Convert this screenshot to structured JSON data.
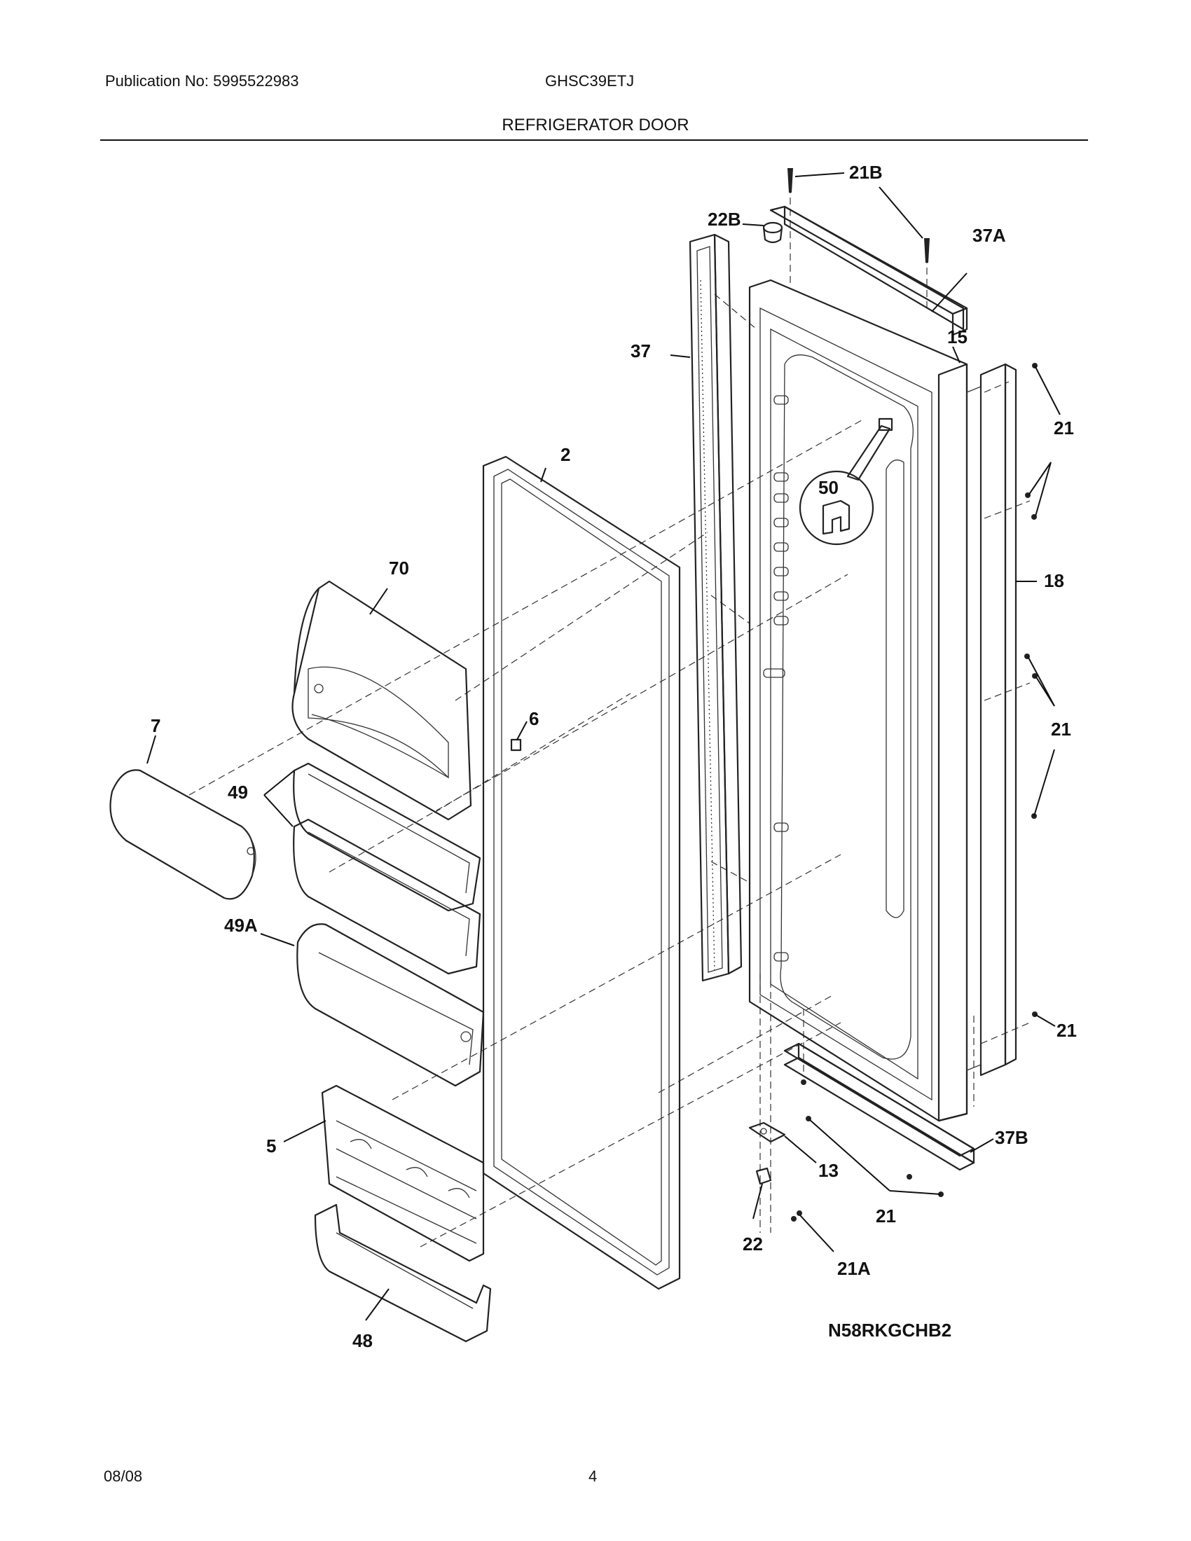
{
  "header": {
    "publication": "Publication No: 5995522983",
    "model": "GHSC39ETJ",
    "section_title": "REFRIGERATOR DOOR"
  },
  "footer": {
    "date": "08/08",
    "page_number": "4"
  },
  "diagram": {
    "drawing_code": "N58RKGCHB2",
    "callouts": {
      "c21B": "21B",
      "c22B": "22B",
      "c37A": "37A",
      "c37": "37",
      "c15": "15",
      "c21_top": "21",
      "c50": "50",
      "c2": "2",
      "c18": "18",
      "c70": "70",
      "c21_mid": "21",
      "c6": "6",
      "c7": "7",
      "c49": "49",
      "c49A": "49A",
      "c21_low": "21",
      "c37B": "37B",
      "c5": "5",
      "c13": "13",
      "c21_bottom": "21",
      "c22": "22",
      "c21A": "21A",
      "c48": "48"
    }
  }
}
